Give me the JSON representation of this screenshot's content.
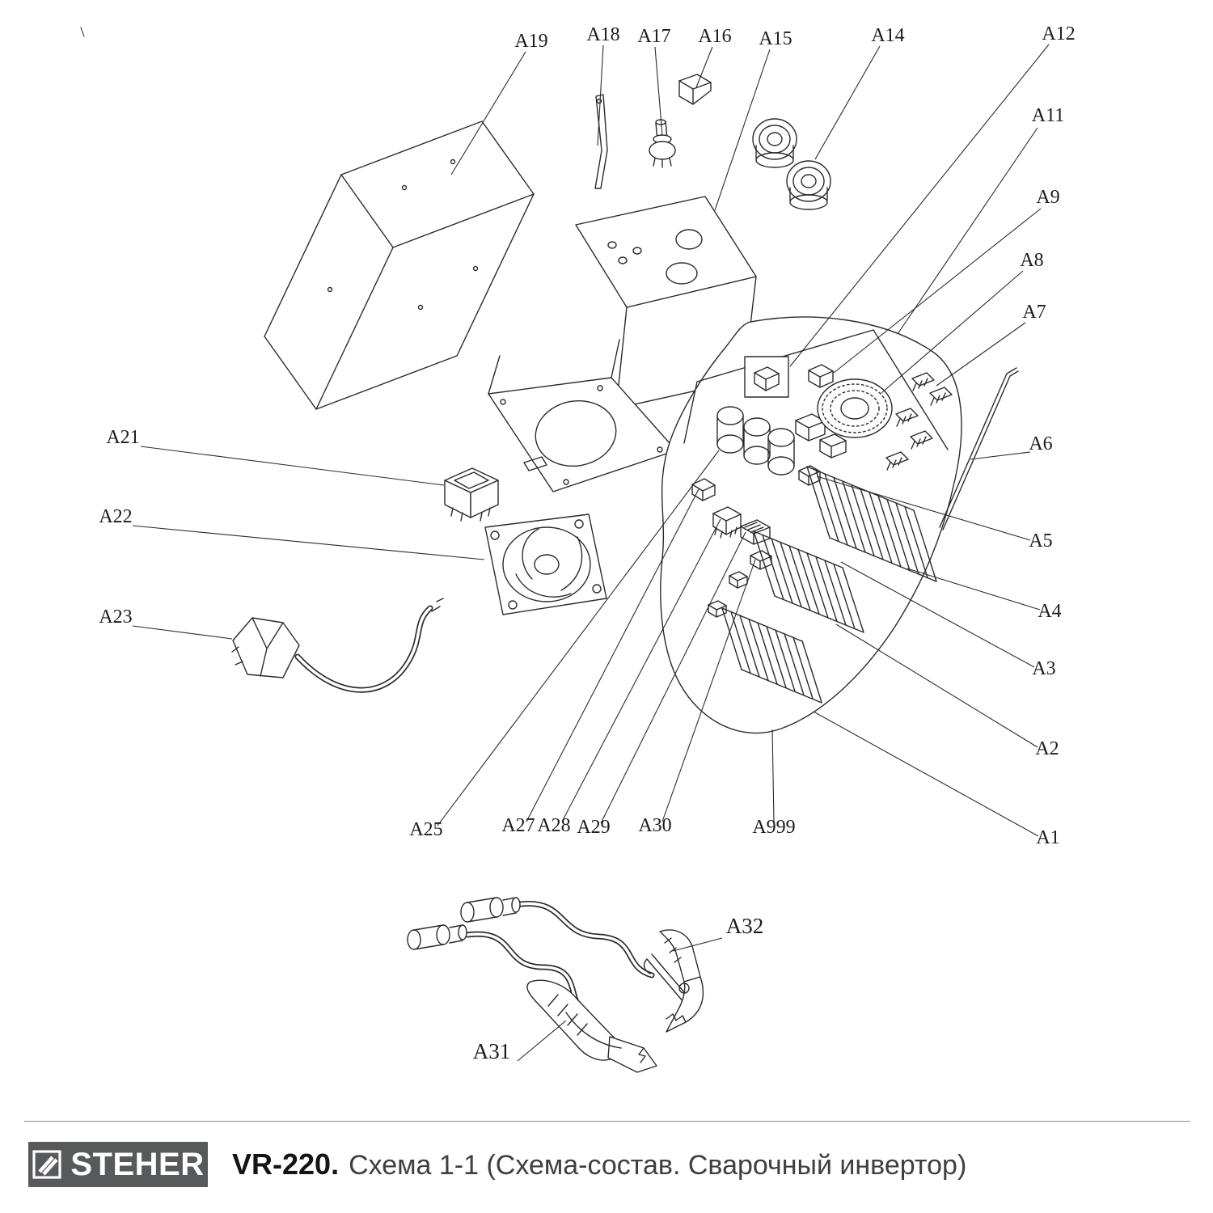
{
  "colors": {
    "line": "#2b2b2b",
    "label_text": "#1c1c1c",
    "logo_bg": "#58595b",
    "logo_text": "#ffffff",
    "caption_model": "#141414",
    "caption_text": "#3f3f3f"
  },
  "diagram": {
    "labels": [
      {
        "text": "A19"
      },
      {
        "text": "A18"
      },
      {
        "text": "A17"
      },
      {
        "text": "A16"
      },
      {
        "text": "A15"
      },
      {
        "text": "A14"
      },
      {
        "text": "A12"
      },
      {
        "text": "A11"
      },
      {
        "text": "A9"
      },
      {
        "text": "A8"
      },
      {
        "text": "A7"
      },
      {
        "text": "A6"
      },
      {
        "text": "A5"
      },
      {
        "text": "A4"
      },
      {
        "text": "A3"
      },
      {
        "text": "A2"
      },
      {
        "text": "A1"
      },
      {
        "text": "A21"
      },
      {
        "text": "A22"
      },
      {
        "text": "A23"
      },
      {
        "text": "A25"
      },
      {
        "text": "A27"
      },
      {
        "text": "A28"
      },
      {
        "text": "A29"
      },
      {
        "text": "A30"
      },
      {
        "text": "A999"
      },
      {
        "text": "A31"
      },
      {
        "text": "A32"
      }
    ]
  },
  "footer": {
    "brand": "STEHER",
    "model": "VR-220.",
    "subtitle": "Схема 1-1 (Схема-состав. Сварочный инвертор)"
  }
}
